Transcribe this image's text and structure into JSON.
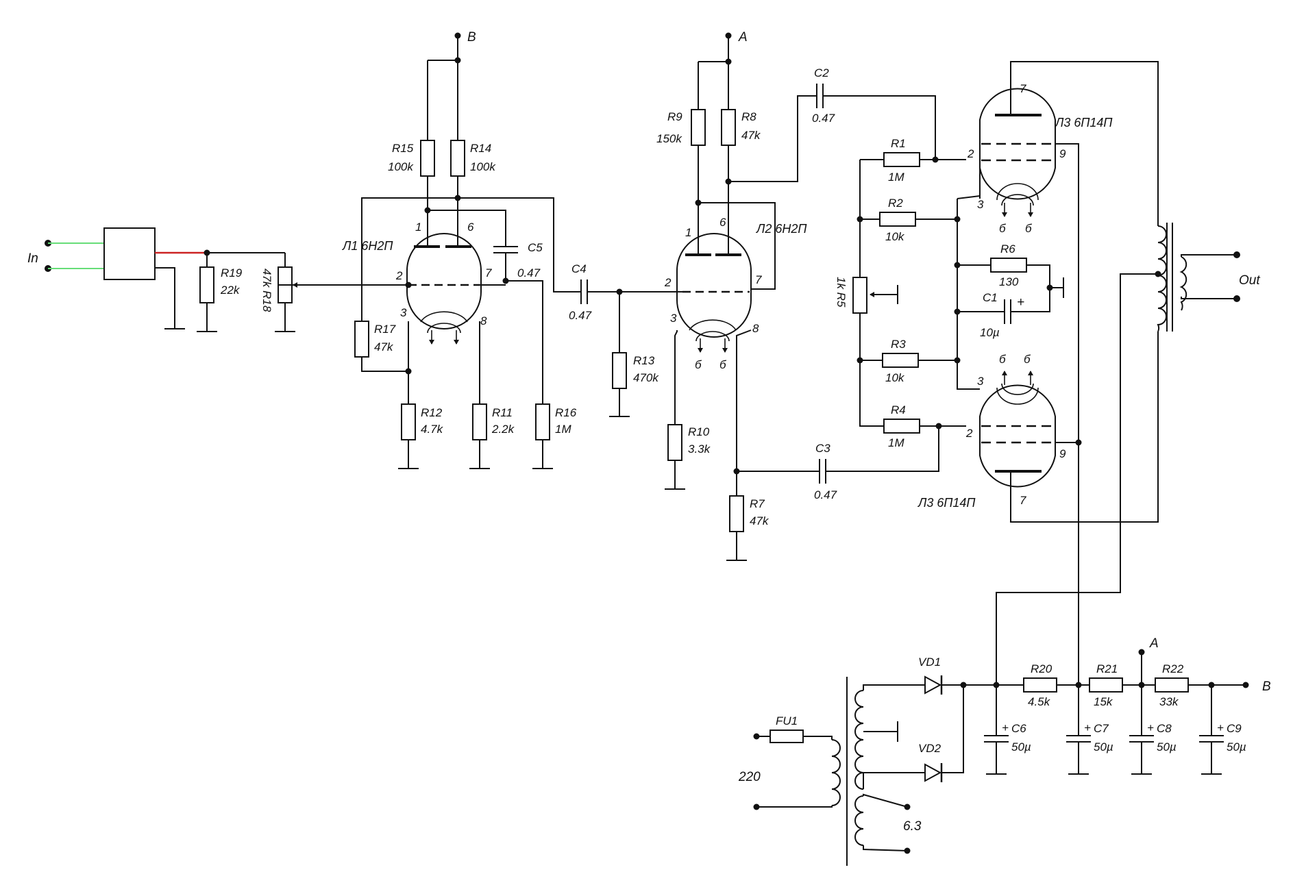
{
  "colors": {
    "wire": "#111111",
    "green_lead": "#66dd77",
    "red_lead": "#cc2222",
    "background": "#ffffff"
  },
  "terminals": {
    "in": "In",
    "out": "Out",
    "a_top": "A",
    "b_top": "B",
    "a_supply": "A",
    "b_supply": "B",
    "mains": "220",
    "heater": "6.3"
  },
  "tubes": {
    "l1": {
      "name": "Л1 6Н2П",
      "pins": [
        "1",
        "6",
        "2",
        "7",
        "3",
        "8"
      ]
    },
    "l2": {
      "name": "Л2 6Н2П",
      "pins": [
        "1",
        "6",
        "2",
        "7",
        "3",
        "8"
      ],
      "heater": [
        "б",
        "б"
      ]
    },
    "l3_top": {
      "name": "Л3 6П14П",
      "pins": [
        "7",
        "2",
        "9",
        "3"
      ],
      "heater": [
        "б",
        "б"
      ]
    },
    "l3_bottom": {
      "name": "Л3 6П14П",
      "pins": [
        "3",
        "2",
        "9",
        "7"
      ],
      "heater": [
        "б",
        "б"
      ]
    }
  },
  "resistors": {
    "r1": {
      "ref": "R1",
      "value": "1M"
    },
    "r2": {
      "ref": "R2",
      "value": "10k"
    },
    "r3": {
      "ref": "R3",
      "value": "10k"
    },
    "r4": {
      "ref": "R4",
      "value": "1M"
    },
    "r5": {
      "ref": "1k R5"
    },
    "r6": {
      "ref": "R6",
      "value": "130"
    },
    "r7": {
      "ref": "R7",
      "value": "47k"
    },
    "r8": {
      "ref": "R8",
      "value": "47k"
    },
    "r9": {
      "ref": "R9",
      "value": "150k"
    },
    "r10": {
      "ref": "R10",
      "value": "3.3k"
    },
    "r11": {
      "ref": "R11",
      "value": "2.2k"
    },
    "r12": {
      "ref": "R12",
      "value": "4.7k"
    },
    "r13": {
      "ref": "R13",
      "value": "470k"
    },
    "r14": {
      "ref": "R14",
      "value": "100k"
    },
    "r15": {
      "ref": "R15",
      "value": "100k"
    },
    "r16": {
      "ref": "R16",
      "value": "1M"
    },
    "r17": {
      "ref": "R17",
      "value": "47k"
    },
    "r18": {
      "ref": "47k R18"
    },
    "r19": {
      "ref": "R19",
      "value": "22k"
    },
    "r20": {
      "ref": "R20",
      "value": "4.5k"
    },
    "r21": {
      "ref": "R21",
      "value": "15k"
    },
    "r22": {
      "ref": "R22",
      "value": "33k"
    }
  },
  "capacitors": {
    "c1": {
      "ref": "C1",
      "value": "10µ",
      "polarity": "+"
    },
    "c2": {
      "ref": "C2",
      "value": "0.47"
    },
    "c3": {
      "ref": "C3",
      "value": "0.47"
    },
    "c4": {
      "ref": "C4",
      "value": "0.47"
    },
    "c5": {
      "ref": "C5",
      "value": "0.47"
    },
    "c6": {
      "ref": "C6",
      "value": "50µ",
      "polarity": "+"
    },
    "c7": {
      "ref": "C7",
      "value": "50µ",
      "polarity": "+"
    },
    "c8": {
      "ref": "C8",
      "value": "50µ",
      "polarity": "+"
    },
    "c9": {
      "ref": "C9",
      "value": "50µ",
      "polarity": "+"
    }
  },
  "diodes": {
    "vd1": "VD1",
    "vd2": "VD2"
  },
  "fuse": {
    "ref": "FU1"
  }
}
